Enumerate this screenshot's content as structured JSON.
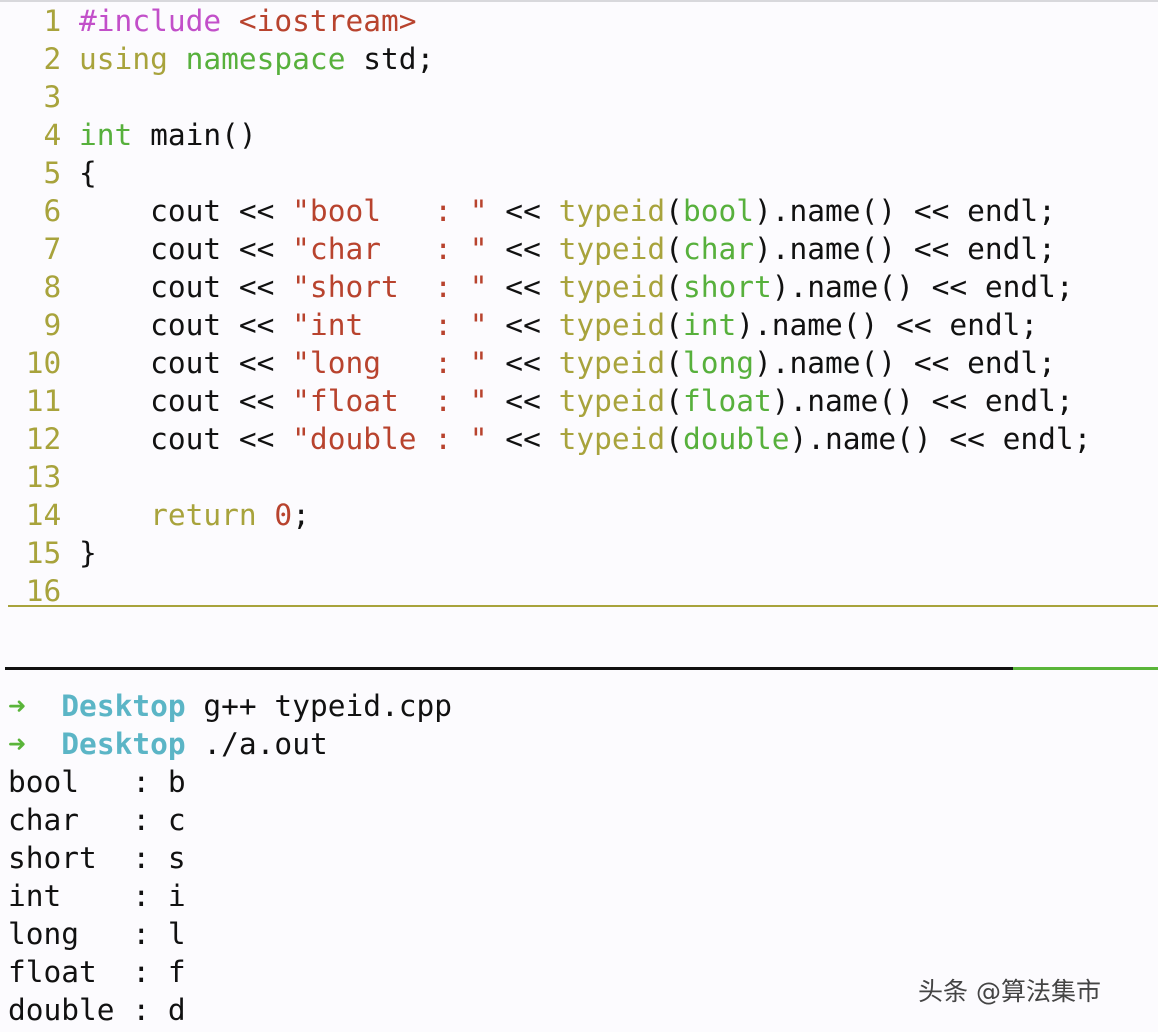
{
  "editor": {
    "lines": [
      {
        "num": "1",
        "tokens": [
          [
            "#include",
            "k"
          ],
          [
            " ",
            "n"
          ],
          [
            "<iostream>",
            "s"
          ]
        ]
      },
      {
        "num": "2",
        "tokens": [
          [
            "using",
            "o"
          ],
          [
            " ",
            "n"
          ],
          [
            "namespace",
            "t"
          ],
          [
            " std;",
            "n"
          ]
        ]
      },
      {
        "num": "3",
        "tokens": []
      },
      {
        "num": "4",
        "tokens": [
          [
            "int",
            "t"
          ],
          [
            " main()",
            "n"
          ]
        ]
      },
      {
        "num": "5",
        "tokens": [
          [
            "{",
            "n"
          ]
        ]
      },
      {
        "num": "6",
        "tokens": [
          [
            "    cout << ",
            "n"
          ],
          [
            "\"bool   : \"",
            "s"
          ],
          [
            " << ",
            "n"
          ],
          [
            "typeid",
            "o"
          ],
          [
            "(",
            "n"
          ],
          [
            "bool",
            "t"
          ],
          [
            ").name() << endl;",
            "n"
          ]
        ]
      },
      {
        "num": "7",
        "tokens": [
          [
            "    cout << ",
            "n"
          ],
          [
            "\"char   : \"",
            "s"
          ],
          [
            " << ",
            "n"
          ],
          [
            "typeid",
            "o"
          ],
          [
            "(",
            "n"
          ],
          [
            "char",
            "t"
          ],
          [
            ").name() << endl;",
            "n"
          ]
        ]
      },
      {
        "num": "8",
        "tokens": [
          [
            "    cout << ",
            "n"
          ],
          [
            "\"short  : \"",
            "s"
          ],
          [
            " << ",
            "n"
          ],
          [
            "typeid",
            "o"
          ],
          [
            "(",
            "n"
          ],
          [
            "short",
            "t"
          ],
          [
            ").name() << endl;",
            "n"
          ]
        ]
      },
      {
        "num": "9",
        "tokens": [
          [
            "    cout << ",
            "n"
          ],
          [
            "\"int    : \"",
            "s"
          ],
          [
            " << ",
            "n"
          ],
          [
            "typeid",
            "o"
          ],
          [
            "(",
            "n"
          ],
          [
            "int",
            "t"
          ],
          [
            ").name() << endl;",
            "n"
          ]
        ]
      },
      {
        "num": "10",
        "tokens": [
          [
            "    cout << ",
            "n"
          ],
          [
            "\"long   : \"",
            "s"
          ],
          [
            " << ",
            "n"
          ],
          [
            "typeid",
            "o"
          ],
          [
            "(",
            "n"
          ],
          [
            "long",
            "t"
          ],
          [
            ").name() << endl;",
            "n"
          ]
        ]
      },
      {
        "num": "11",
        "tokens": [
          [
            "    cout << ",
            "n"
          ],
          [
            "\"float  : \"",
            "s"
          ],
          [
            " << ",
            "n"
          ],
          [
            "typeid",
            "o"
          ],
          [
            "(",
            "n"
          ],
          [
            "float",
            "t"
          ],
          [
            ").name() << endl;",
            "n"
          ]
        ]
      },
      {
        "num": "12",
        "tokens": [
          [
            "    cout << ",
            "n"
          ],
          [
            "\"double : \"",
            "s"
          ],
          [
            " << ",
            "n"
          ],
          [
            "typeid",
            "o"
          ],
          [
            "(",
            "n"
          ],
          [
            "double",
            "t"
          ],
          [
            ").name() << endl;",
            "n"
          ]
        ]
      },
      {
        "num": "13",
        "tokens": []
      },
      {
        "num": "14",
        "tokens": [
          [
            "    ",
            "n"
          ],
          [
            "return",
            "o"
          ],
          [
            " ",
            "n"
          ],
          [
            "0",
            "num"
          ],
          [
            ";",
            "n"
          ]
        ]
      },
      {
        "num": "15",
        "tokens": [
          [
            "}",
            "n"
          ]
        ]
      },
      {
        "num": "16",
        "tokens": []
      }
    ]
  },
  "terminal": {
    "prompt_arrow": "➜",
    "commands": [
      {
        "dir": "Desktop",
        "cmd": "g++ typeid.cpp"
      },
      {
        "dir": "Desktop",
        "cmd": "./a.out"
      }
    ],
    "output": [
      "bool   : b",
      "char   : c",
      "short  : s",
      "int    : i",
      "long   : l",
      "float  : f",
      "double : d"
    ]
  },
  "colors": {
    "preprocessor": "#c24fc9",
    "string": "#b8432e",
    "keyword": "#a8a33c",
    "type": "#57b03c",
    "prompt_dir": "#5bb5c6",
    "prompt_arrow": "#5ab53a"
  },
  "watermark": "头条 @算法集市"
}
